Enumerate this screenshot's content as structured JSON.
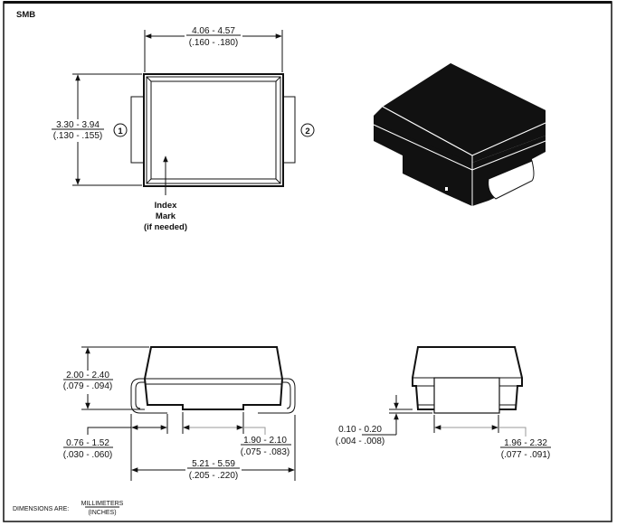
{
  "package_name": "SMB",
  "top_view": {
    "length": {
      "mm": "4.06 - 4.57",
      "in": "(.160 - .180)"
    },
    "width": {
      "mm": "3.30 - 3.94",
      "in": "(.130 - .155)"
    },
    "pin1": "1",
    "pin2": "2",
    "index_mark": [
      "Index",
      "Mark",
      "(if needed)"
    ]
  },
  "side_view": {
    "height": {
      "mm": "2.00 - 2.40",
      "in": "(.079 - .094)"
    },
    "lead_length": {
      "mm": "0.76 - 1.52",
      "in": "(.030 - .060)"
    },
    "pad_gap": {
      "mm": "1.90 - 2.10",
      "in": "(.075 - .083)"
    },
    "overall_length": {
      "mm": "5.21 - 5.59",
      "in": "(.205 - .220)"
    }
  },
  "end_view": {
    "standoff": {
      "mm": "0.10 - 0.20",
      "in": "(.004 - .008)"
    },
    "lead_width": {
      "mm": "1.96 - 2.32",
      "in": "(.077 - .091)"
    }
  },
  "legend": {
    "label": "DIMENSIONS ARE:",
    "numerator": "MILLIMETERS",
    "denominator": "(INCHES)"
  }
}
